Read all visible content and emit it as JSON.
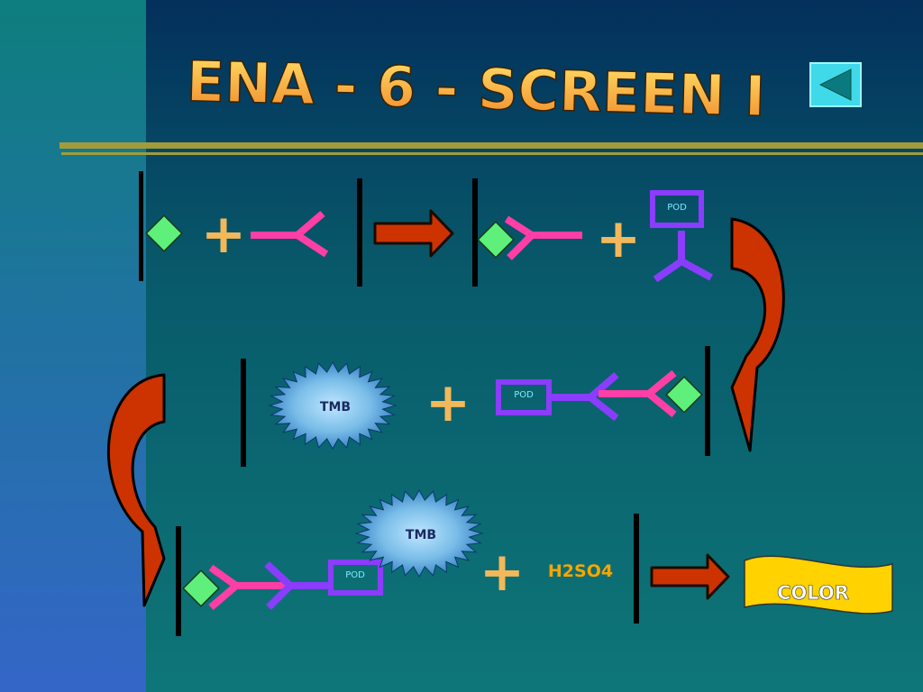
{
  "slide": {
    "title": "ENA - 6 - SCREEN I",
    "back_icon": "back-triangle-icon"
  },
  "labels": {
    "pod": "POD",
    "tmb": "TMB",
    "plus": "+",
    "acid": "H2SO4",
    "result": "COLOR"
  },
  "colors": {
    "bg_left": "#2f6dc2",
    "bg_right": "#0d6b73",
    "title_fill": "#f4a43a",
    "plus": "#f2b85a",
    "antigen": "#5ef07a",
    "antibody_pink": "#ff3ea6",
    "antibody_purple": "#8a3cff",
    "arrow": "#cc3300",
    "tmb_star": "#7ec3ea",
    "acid_text": "#f7a600",
    "color_banner": "#ffd200",
    "nav_button": "#3fd9ea"
  }
}
